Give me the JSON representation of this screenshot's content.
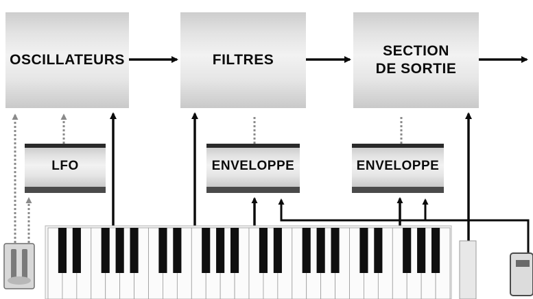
{
  "blocks": {
    "oscillators": "OSCILLATEURS",
    "filters": "FILTRES",
    "output_section": "SECTION\nDE SORTIE",
    "lfo": "LFO",
    "envelope_filter": "ENVELOPPE",
    "envelope_output": "ENVELOPPE"
  },
  "colors": {
    "ink": "#0b0b0b",
    "block_fill": "#e6e6e6",
    "key_black": "#0f0f0f",
    "dashed": "#9a9a9a"
  },
  "icons": [
    "keyboard-icon",
    "pitch-wheel-icon",
    "pedal-icon"
  ]
}
